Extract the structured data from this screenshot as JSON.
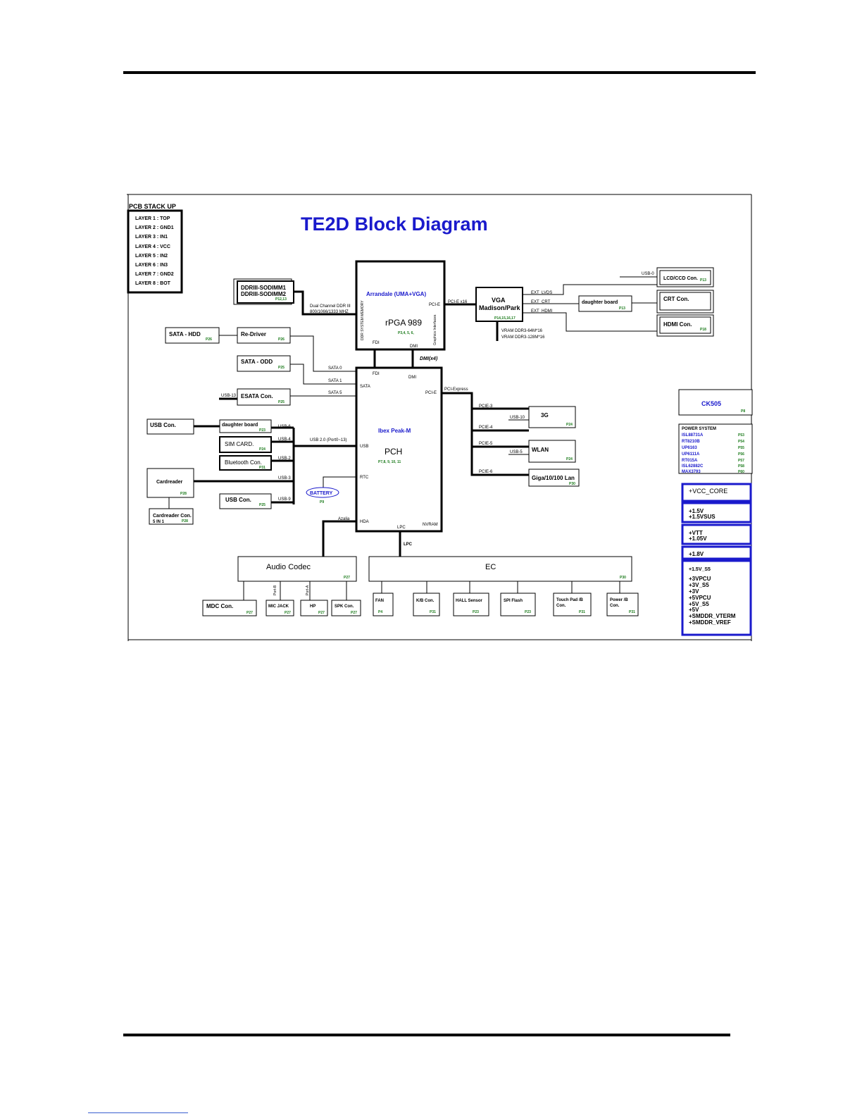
{
  "title": "TE2D Block Diagram",
  "pcb": {
    "heading": "PCB STACK UP",
    "layers": [
      "LAYER 1 : TOP",
      "LAYER 2 : GND1",
      "LAYER 3 : IN1",
      "LAYER 4 : VCC",
      "LAYER 5 : IN2",
      "LAYER 6 : IN3",
      "LAYER 7 : GND2",
      "LAYER 8 : BOT"
    ]
  },
  "cpu": {
    "name": "Arrandale (UMA+VGA)",
    "socket": "rPGA 989",
    "pages": "P3,4, 5, 6,",
    "ddr_side": "DDR SYSTEM MEMORY",
    "pcie": "PCI-E",
    "gfx": "Graphics Interfaces",
    "fdi": "FDI",
    "dmi": "DMI"
  },
  "pch": {
    "name": "Ibex Peak-M",
    "label": "PCH",
    "pages": "P7,8, 9, 10, 11",
    "fdi": "FDI",
    "dmi": "DMI",
    "sata": "SATA",
    "pcie": "PCI-E",
    "usb": "USB",
    "rtc": "RTC",
    "hda": "HDA",
    "lpc": "LPC",
    "nvram": "NVRAM"
  },
  "links": {
    "dmi_x4": "DMI(x4)",
    "pcie_x16": "PCI-E x16",
    "dual_channel": "Dual Channel DDR III",
    "ddr_speed": "800/1066/1333 MHZ",
    "sata0": "SATA 0",
    "sata1": "SATA 1",
    "sata5": "SATA 5",
    "usb13": "USB-13",
    "usb6": "USB-6",
    "usb4": "USB-4",
    "usb2": "USB-2",
    "usb3": "USB-3",
    "usb9": "USB-9",
    "usb20": "USB 2.0 (Port0~13)",
    "azalia": "Azalia",
    "lpc": "LPC",
    "pci_express": "PCI-Express",
    "pcie3": "PCIE-3",
    "pcie4": "PCIE-4",
    "pcie5": "PCIE-5",
    "pcie6": "PCIE-6",
    "usb10": "USB-10",
    "usb5": "USB-5",
    "ext_lvds": "EXT_LVDS",
    "ext_crt": "EXT_CRT",
    "ext_hdmi": "EXT_HDMI",
    "usb0": "USB-0",
    "port_b": "Port-B",
    "port_a": "Port-A"
  },
  "dimm": {
    "line1": "DDRIII-SODIMM1",
    "line2": "DDRIII-SODIMM2",
    "page": "P12,13"
  },
  "vga": {
    "line1": "VGA",
    "line2": "Madison/Park",
    "pages": "P14,15,16,17",
    "vram1": "VRAM DDR3-64M*16",
    "vram2": "VRAM DDR3-128M*16"
  },
  "right": {
    "lcd": "LCD/CCD Con.",
    "lcd_pg": "P13",
    "crt": "CRT Con.",
    "hdmi": "HDMI Con.",
    "hdmi_pg": "P18",
    "daughter": "daughter board",
    "daughter_pg": "P13",
    "ck505": "CK505",
    "ck505_pg": "P8"
  },
  "left": {
    "sata_hdd": "SATA - HDD",
    "sata_hdd_pg": "P26",
    "redriver": "Re-Driver",
    "redriver_pg": "P26",
    "sata_odd": "SATA - ODD",
    "sata_odd_pg": "P25",
    "esata": "ESATA Con.",
    "esata_pg": "P25",
    "usb_con": "USB Con.",
    "daughter2": "daughter board",
    "daughter2_pg": "P23",
    "sim": "SIM CARD.",
    "sim_pg": "P24",
    "bt": "Bluetooth Con.",
    "bt_pg": "P31",
    "cardreader": "Cardreader",
    "cardreader_pg": "P28",
    "usb_con2": "USB Con.",
    "usb_con2_pg": "P25",
    "cr_con1": "Cardreader Con.",
    "cr_con2": "5 IN 1",
    "cr_con_pg": "P28",
    "battery": "BATTERY",
    "battery_pg": "P9"
  },
  "mid": {
    "g3": "3G",
    "g3_pg": "P24",
    "wlan": "WLAN",
    "wlan_pg": "P24",
    "lan": "Giga/10/100 Lan",
    "lan_pg": "P30"
  },
  "power_system": {
    "heading": "POWER SYSTEM",
    "items": [
      {
        "name": "ISL88731A",
        "page": "P53"
      },
      {
        "name": "RT8210B",
        "page": "P54"
      },
      {
        "name": "UP6163",
        "page": "P55"
      },
      {
        "name": "UP6111A",
        "page": "P56"
      },
      {
        "name": "RT015A",
        "page": "P57"
      },
      {
        "name": "ISL62882C",
        "page": "P58"
      },
      {
        "name": "MAX3793",
        "page": "P60"
      }
    ]
  },
  "rails": {
    "vcc_core": "+VCC_CORE",
    "v15": "+1.5V",
    "v15sus": "+1.5VSUS",
    "vtt": "+VTT",
    "v105": "+1.05V",
    "v18": "+1.8V",
    "group": [
      "+1.5V_S5",
      "+3VPCU",
      "+3V_S5",
      "+3V",
      "+5VPCU",
      "+5V_S5",
      "+5V",
      "+SMDDR_VTERM",
      "+SMDDR_VREF"
    ]
  },
  "bottom": {
    "audio": "Audio Codec",
    "audio_pg": "P27",
    "ec": "EC",
    "ec_pg": "P30",
    "mdc": "MDC Con.",
    "mdc_pg": "P27",
    "micjack": "MIC JACK",
    "micjack_pg": "P27",
    "hp": "HP",
    "hp_pg": "P27",
    "spk": "SPK Con.",
    "spk_pg": "P27",
    "fan": "FAN",
    "fan_pg": "P4",
    "kb": "K/B Con.",
    "kb_pg": "P31",
    "hall": "HALL Sensor",
    "hall_pg": "P23",
    "spi": "SPI Flash",
    "spi_pg": "P23",
    "tp1": "Touch Pad /B",
    "tp2": "Con.",
    "tp_pg": "P31",
    "pw1": "Power /B",
    "pw2": "Con.",
    "pw_pg": "P31"
  }
}
